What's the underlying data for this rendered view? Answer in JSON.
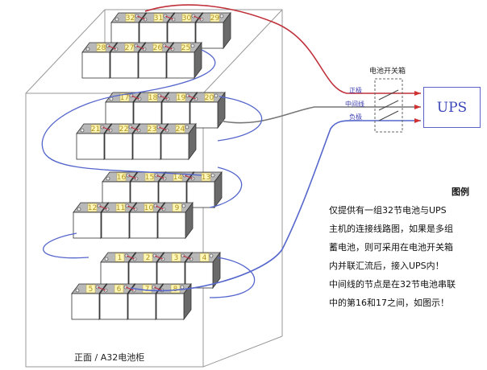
{
  "cabinet": {
    "caption": "正面 / A32电池柜"
  },
  "switch_box": {
    "title": "电池开关箱",
    "positive": "正极",
    "middle": "中间线",
    "negative": "负极"
  },
  "ups": {
    "label": "UPS"
  },
  "legend": {
    "title": "图例",
    "lines": [
      "仅提供有一组32节电池与UPS",
      "主机的连接线路图，如果是多组",
      "蓄电池，则可采用在电池开关箱",
      "内并联汇流后，接入UPS内！",
      "中间线的节点是在32节电池串联",
      "中的第16和17之间，如图示！"
    ]
  },
  "shelves": [
    {
      "back": [
        "32",
        "31",
        "30",
        "29"
      ],
      "front": [
        "28",
        "27",
        "26",
        "25"
      ]
    },
    {
      "back": [
        "17",
        "18",
        "19",
        "20"
      ],
      "front": [
        "21",
        "22",
        "23",
        "24"
      ]
    },
    {
      "back": [
        "16",
        "15",
        "14",
        "13"
      ],
      "front": [
        "12",
        "11",
        "10",
        "9"
      ]
    },
    {
      "back": [
        "1",
        "2",
        "3",
        "4"
      ],
      "front": [
        "5",
        "6",
        "7",
        "8"
      ]
    }
  ],
  "colors": {
    "positive": "#c0303a",
    "middle": "#777777",
    "negative": "#5566cc",
    "arrow": "#d03030"
  }
}
